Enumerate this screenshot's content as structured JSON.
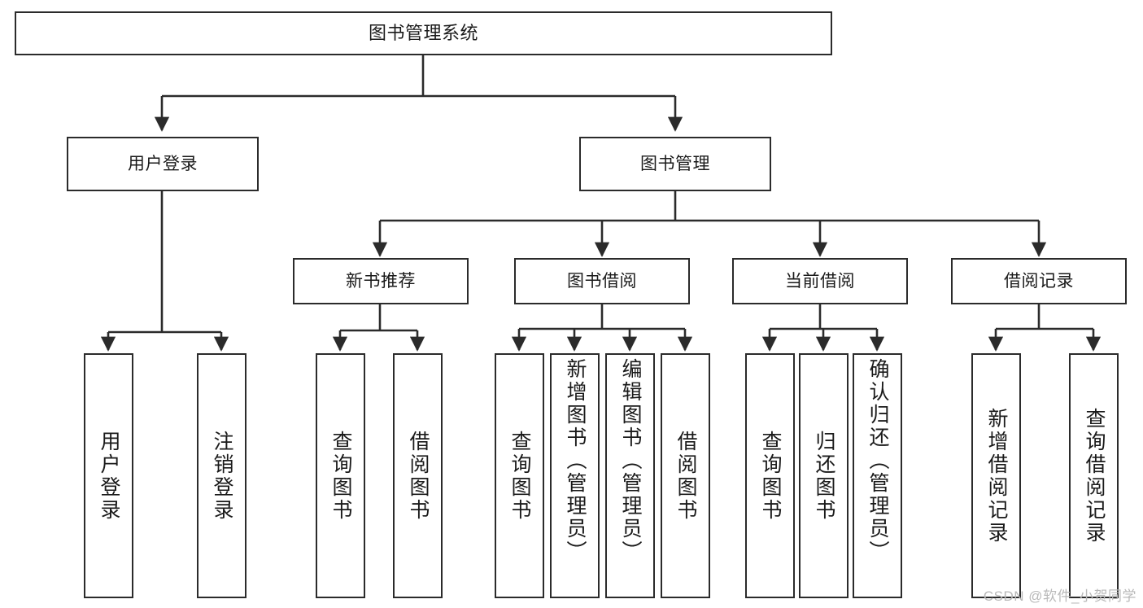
{
  "diagram": {
    "title": "图书管理系统",
    "watermark": "CSDN @软件_小贺同学",
    "root": {
      "label": "图书管理系统"
    },
    "level1": [
      {
        "label": "用户登录"
      },
      {
        "label": "图书管理"
      }
    ],
    "level2": [
      {
        "label": "新书推荐"
      },
      {
        "label": "图书借阅"
      },
      {
        "label": "当前借阅"
      },
      {
        "label": "借阅记录"
      }
    ],
    "leaves": {
      "user_login": [
        {
          "label": "用户登录"
        },
        {
          "label": "注销登录"
        }
      ],
      "new_book_recommend": [
        {
          "label": "查询图书"
        },
        {
          "label": "借阅图书"
        }
      ],
      "book_borrow": [
        {
          "label": "查询图书"
        },
        {
          "label": "新增图书（管理员）"
        },
        {
          "label": "编辑图书（管理员）"
        },
        {
          "label": "借阅图书"
        }
      ],
      "current_borrow": [
        {
          "label": "查询图书"
        },
        {
          "label": "归还图书"
        },
        {
          "label": "确认归还（管理员）"
        }
      ],
      "borrow_record": [
        {
          "label": "新增借阅记录"
        },
        {
          "label": "查询借阅记录"
        }
      ]
    },
    "colors": {
      "stroke": "#2b2b2b",
      "fill": "#ffffff",
      "text": "#1a1a1a",
      "watermark": "#b9b9b9"
    }
  }
}
